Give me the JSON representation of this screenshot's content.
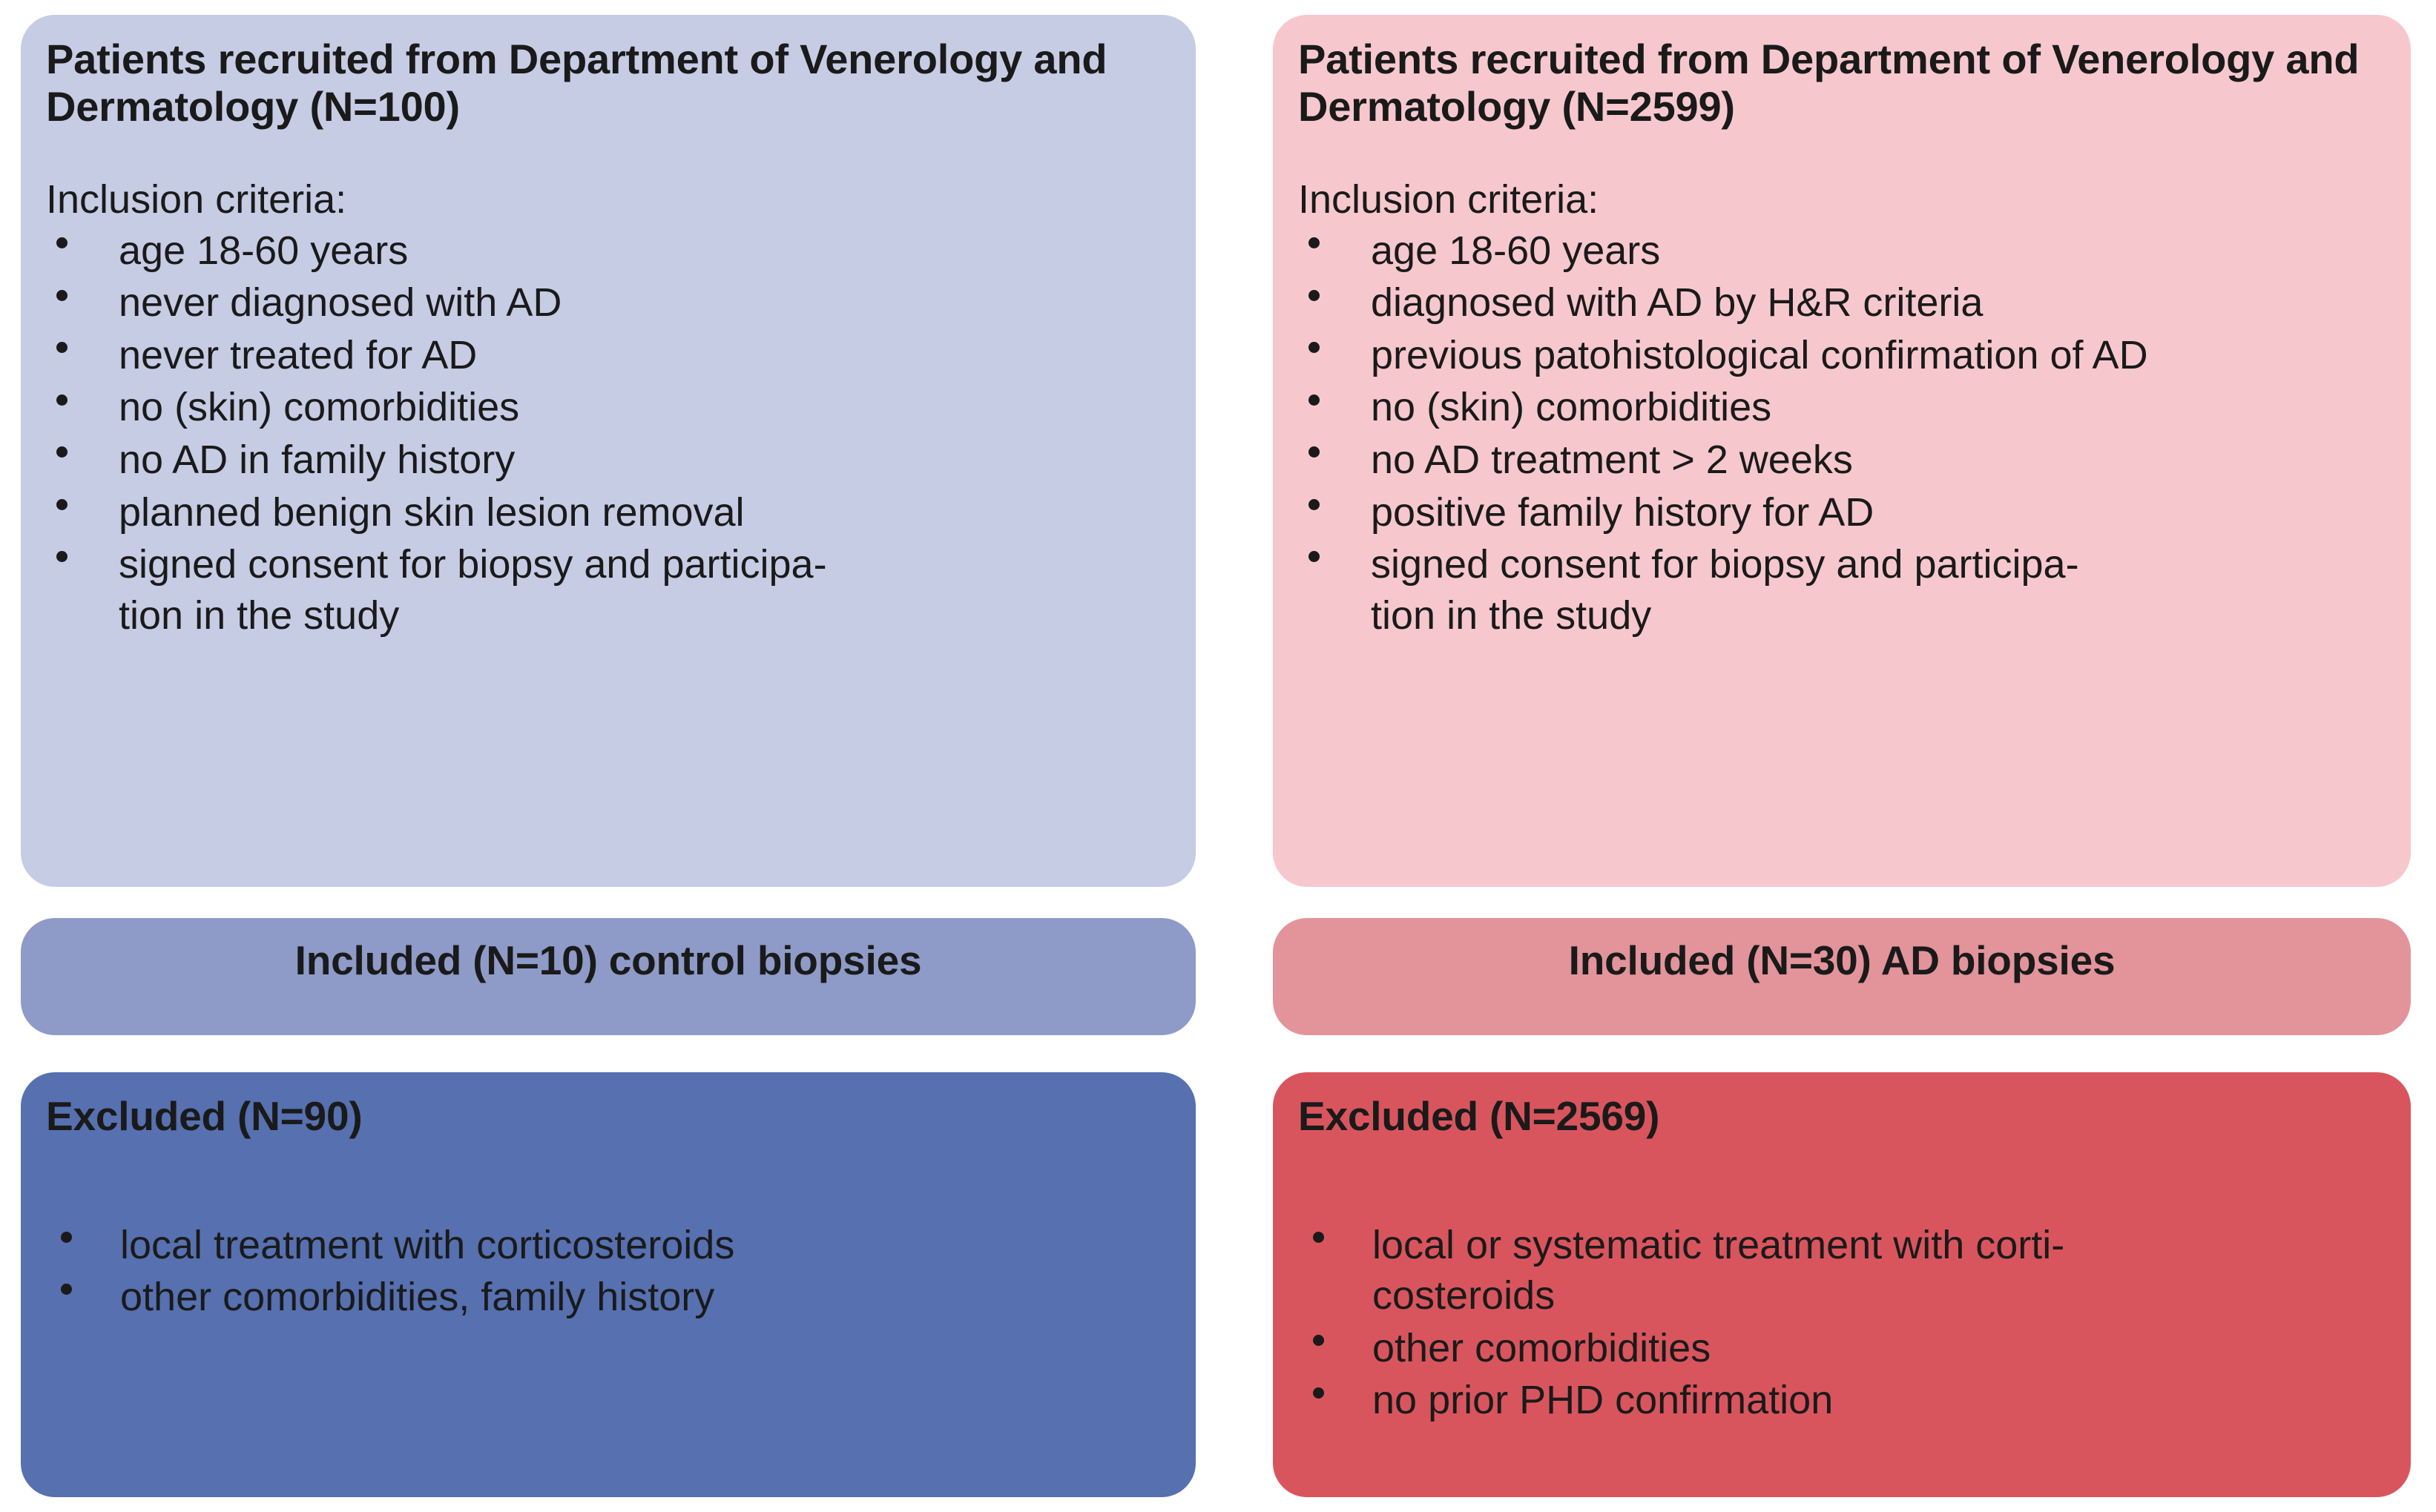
{
  "colors": {
    "recruit_control": "#c6cce4",
    "included_control": "#8e9bc8",
    "excluded_control": "#5670b0",
    "recruit_ad": "#f6c8cd",
    "included_ad": "#e2949a",
    "excluded_ad": "#d9555d",
    "text": "#1a1a1a",
    "background": "#ffffff"
  },
  "control_arm": {
    "recruit": {
      "title": "Patients recruited from Department of Venerology and Dermatology (N=100)",
      "criteria_label": "Inclusion criteria:",
      "criteria": [
        "age 18-60 years",
        "never diagnosed with AD",
        "never treated for AD",
        "no (skin) comorbidities",
        "no AD in family history",
        "planned benign skin lesion removal",
        "signed consent for biopsy and participa-\ntion in the study"
      ]
    },
    "included": {
      "title": "Included (N=10) control biopsies"
    },
    "excluded": {
      "title": "Excluded (N=90)",
      "reasons": [
        "local treatment with corticosteroids",
        "other comorbidities, family history"
      ]
    }
  },
  "ad_arm": {
    "recruit": {
      "title": "Patients recruited from Department of Venerology and Dermatology (N=2599)",
      "criteria_label": "Inclusion criteria:",
      "criteria": [
        "age 18-60 years",
        "diagnosed with AD by H&R criteria",
        "previous patohistological confirmation of AD",
        "no (skin) comorbidities",
        "no AD treatment > 2 weeks",
        "positive family history for AD",
        "signed consent for biopsy and participa-\ntion in the study"
      ]
    },
    "included": {
      "title": "Included (N=30) AD biopsies"
    },
    "excluded": {
      "title": "Excluded (N=2569)",
      "reasons": [
        "local or systematic treatment with corti-\ncosteroids",
        "other comorbidities",
        "no prior PHD confirmation"
      ]
    }
  }
}
